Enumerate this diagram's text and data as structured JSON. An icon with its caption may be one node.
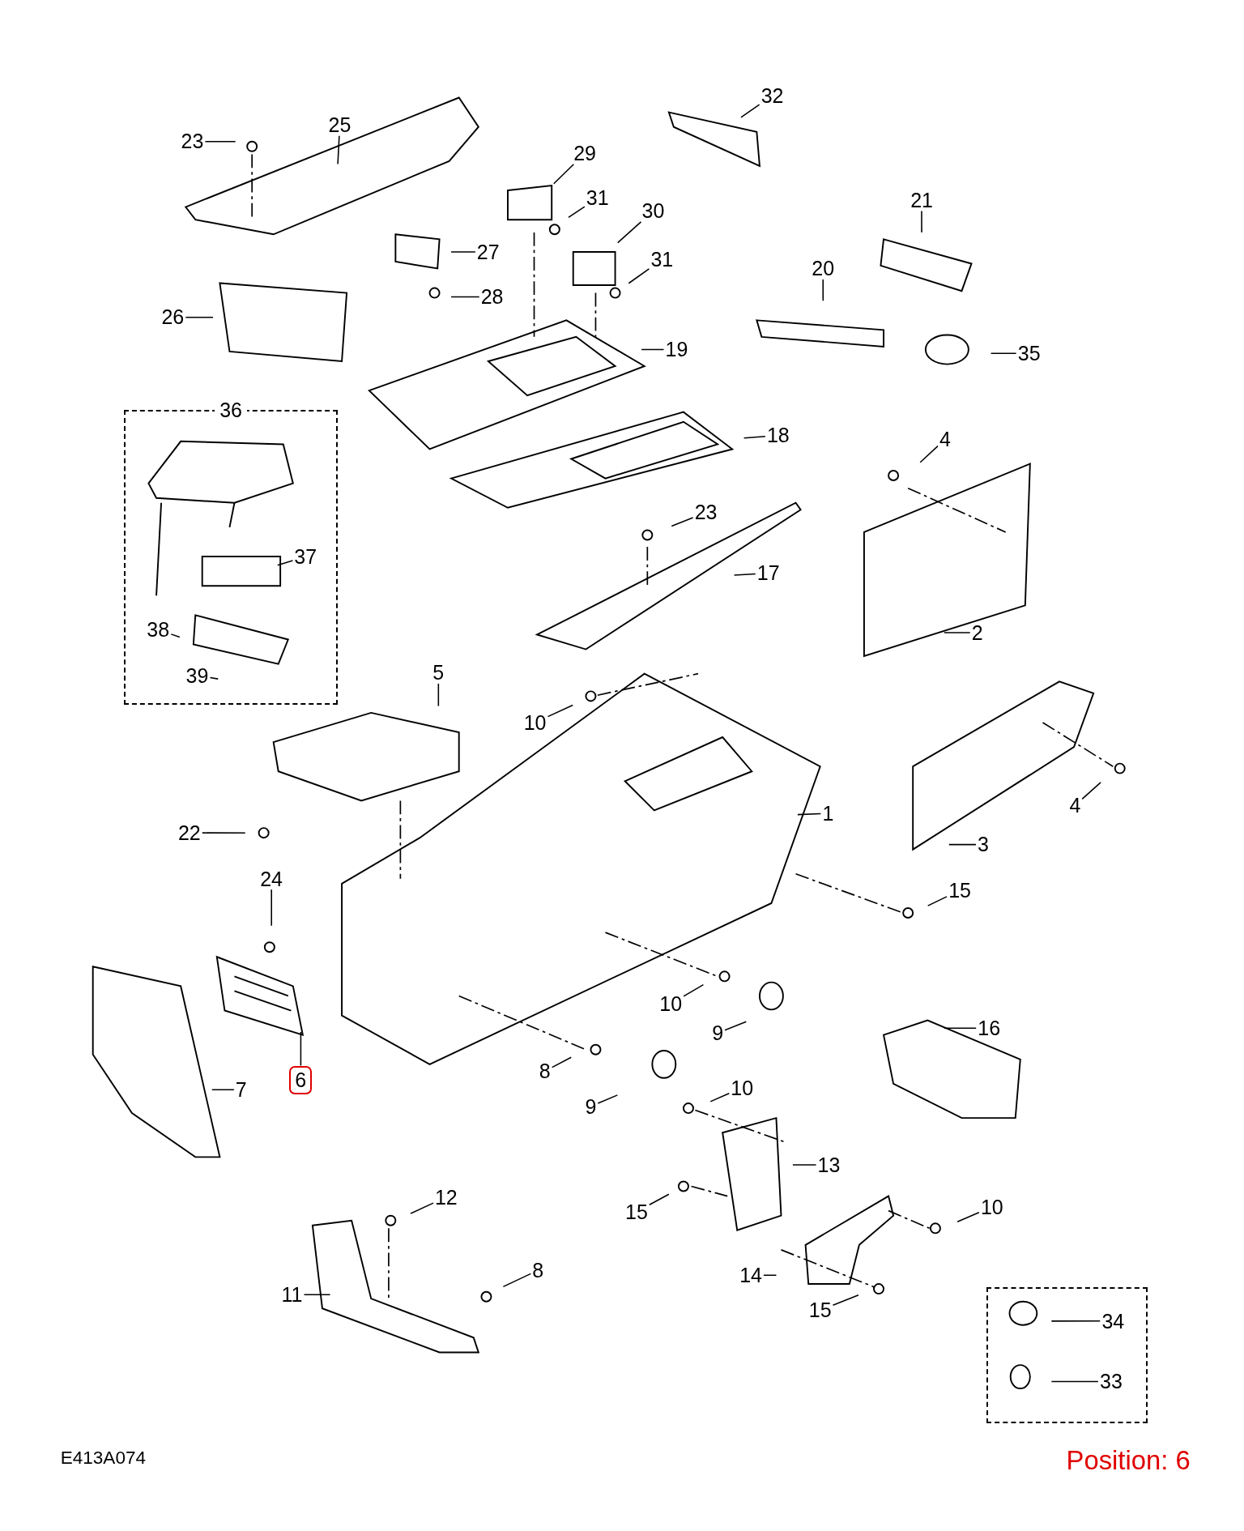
{
  "diagram": {
    "nodes": [
      {
        "text": [
          "23"
        ]
      },
      {
        "text": [
          "25"
        ]
      },
      {
        "text": [
          "32"
        ]
      },
      {
        "text": [
          "29"
        ]
      },
      {
        "text": [
          "31"
        ]
      },
      {
        "text": [
          "30"
        ]
      },
      {
        "text": [
          "21"
        ]
      },
      {
        "text": [
          "27"
        ]
      },
      {
        "text": [
          "31"
        ]
      },
      {
        "text": [
          "20"
        ]
      },
      {
        "text": [
          "28"
        ]
      },
      {
        "text": [
          "26"
        ]
      },
      {
        "text": [
          "19"
        ]
      },
      {
        "text": [
          "35"
        ]
      },
      {
        "text": [
          "36"
        ]
      },
      {
        "text": [
          "18"
        ]
      },
      {
        "text": [
          "4"
        ]
      },
      {
        "text": [
          "23"
        ]
      },
      {
        "text": [
          "37"
        ],
        "in": 14
      },
      {
        "text": [
          "17"
        ]
      },
      {
        "text": [
          "38"
        ],
        "in": 14
      },
      {
        "text": [
          "2"
        ]
      },
      {
        "text": [
          "39"
        ],
        "in": 14
      },
      {
        "text": [
          "5"
        ]
      },
      {
        "text": [
          "10"
        ]
      },
      {
        "text": [
          "4"
        ]
      },
      {
        "text": [
          "1"
        ]
      },
      {
        "text": [
          "22"
        ]
      },
      {
        "text": [
          "3"
        ]
      },
      {
        "text": [
          "24"
        ]
      },
      {
        "text": [
          "15"
        ]
      },
      {
        "text": [
          "10"
        ]
      },
      {
        "text": [
          "16"
        ]
      },
      {
        "text": [
          "9"
        ]
      },
      {
        "text": [
          "8"
        ]
      },
      {
        "text": [
          "6"
        ]
      },
      {
        "text": [
          "7"
        ]
      },
      {
        "text": [
          "10"
        ]
      },
      {
        "text": [
          "9"
        ]
      },
      {
        "text": [
          "13"
        ]
      },
      {
        "text": [
          "12"
        ]
      },
      {
        "text": [
          "10"
        ]
      },
      {
        "text": [
          "15"
        ]
      },
      {
        "text": [
          "8"
        ]
      },
      {
        "text": [
          "14"
        ]
      },
      {
        "text": [
          "11"
        ]
      },
      {
        "text": [
          "15"
        ]
      },
      {
        "text": [],
        "shape": "box"
      },
      {
        "text": [
          "34"
        ],
        "in": 47
      },
      {
        "text": [
          "33"
        ],
        "in": 47
      }
    ],
    "edges": [
      {
        "from": 0,
        "to": null,
        "arrow": "none"
      },
      {
        "from": 1,
        "to": null,
        "arrow": "none"
      },
      {
        "from": 2,
        "to": null,
        "arrow": "none"
      },
      {
        "from": 3,
        "to": null,
        "arrow": "none"
      },
      {
        "from": 4,
        "to": null,
        "arrow": "none"
      },
      {
        "from": 5,
        "to": null,
        "arrow": "none"
      },
      {
        "from": 6,
        "to": null,
        "arrow": "none"
      },
      {
        "from": 7,
        "to": null,
        "arrow": "none"
      },
      {
        "from": 8,
        "to": null,
        "arrow": "none"
      },
      {
        "from": 9,
        "to": null,
        "arrow": "none"
      },
      {
        "from": 10,
        "to": null,
        "arrow": "none"
      },
      {
        "from": 11,
        "to": null,
        "arrow": "none"
      },
      {
        "from": 12,
        "to": null,
        "arrow": "none"
      },
      {
        "from": 13,
        "to": null,
        "arrow": "none"
      },
      {
        "from": 15,
        "to": null,
        "arrow": "none"
      },
      {
        "from": 16,
        "to": null,
        "arrow": "none"
      },
      {
        "from": 17,
        "to": null,
        "arrow": "none"
      },
      {
        "from": 18,
        "to": null,
        "arrow": "none"
      },
      {
        "from": 19,
        "to": null,
        "arrow": "none"
      },
      {
        "from": 20,
        "to": null,
        "arrow": "none"
      },
      {
        "from": 21,
        "to": null,
        "arrow": "none"
      },
      {
        "from": 22,
        "to": null,
        "arrow": "none"
      },
      {
        "from": 23,
        "to": null,
        "arrow": "none"
      },
      {
        "from": 24,
        "to": null,
        "arrow": "none"
      },
      {
        "from": 25,
        "to": null,
        "arrow": "none"
      },
      {
        "from": 26,
        "to": null,
        "arrow": "none"
      },
      {
        "from": 27,
        "to": null,
        "arrow": "none"
      },
      {
        "from": 28,
        "to": null,
        "arrow": "none"
      },
      {
        "from": 29,
        "to": null,
        "arrow": "none"
      },
      {
        "from": 30,
        "to": null,
        "arrow": "none"
      },
      {
        "from": 31,
        "to": null,
        "arrow": "none"
      },
      {
        "from": 32,
        "to": null,
        "arrow": "none"
      },
      {
        "from": 33,
        "to": null,
        "arrow": "none"
      },
      {
        "from": 34,
        "to": null,
        "arrow": "none"
      },
      {
        "from": 35,
        "to": null,
        "arrow": "none"
      },
      {
        "from": 36,
        "to": null,
        "arrow": "none"
      },
      {
        "from": 37,
        "to": null,
        "arrow": "none"
      },
      {
        "from": 38,
        "to": null,
        "arrow": "none"
      },
      {
        "from": 39,
        "to": null,
        "arrow": "none"
      },
      {
        "from": 40,
        "to": null,
        "arrow": "none"
      },
      {
        "from": 41,
        "to": null,
        "arrow": "none"
      },
      {
        "from": 42,
        "to": null,
        "arrow": "none"
      },
      {
        "from": 43,
        "to": null,
        "arrow": "none"
      },
      {
        "from": 44,
        "to": null,
        "arrow": "none"
      },
      {
        "from": 45,
        "to": null,
        "arrow": "none"
      },
      {
        "from": 46,
        "to": null,
        "arrow": "none"
      },
      {
        "from": 48,
        "to": null,
        "arrow": "none"
      },
      {
        "from": 49,
        "to": null,
        "arrow": "none"
      }
    ],
    "labels": [
      "E413A074",
      "Position: 6"
    ]
  }
}
